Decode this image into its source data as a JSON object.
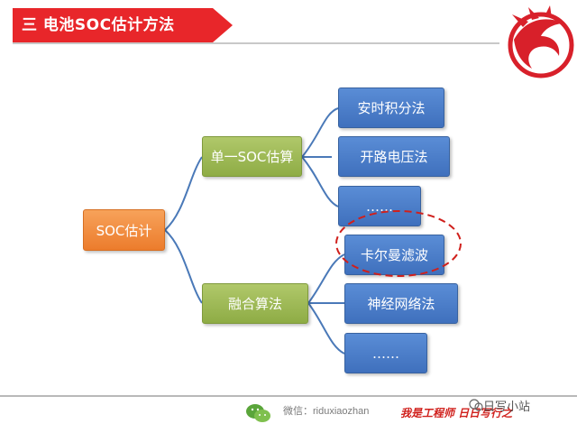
{
  "title": "三 电池SOC估计方法",
  "diagram": {
    "root": "SOC估计",
    "branches": [
      {
        "label": "单一SOC估算",
        "children": [
          "安时积分法",
          "开路电压法",
          "……"
        ]
      },
      {
        "label": "融合算法",
        "children": [
          "卡尔曼滤波",
          "神经网络法",
          "……"
        ]
      }
    ],
    "highlighted": "卡尔曼滤波"
  },
  "footer": {
    "wechat_id": "微信：riduxiaozhan",
    "slogan": "我是工程师 日日写行之",
    "account_name": "日写小站"
  },
  "colors": {
    "banner": "#e8262a",
    "root": "#ec7c2c",
    "branch": "#8eac45",
    "leaf": "#3f70bd",
    "connector": "#4a79b8",
    "highlight": "#d0201c"
  },
  "icons": {
    "logo": "red-eagle-logo",
    "wechat": "wechat-icon"
  }
}
